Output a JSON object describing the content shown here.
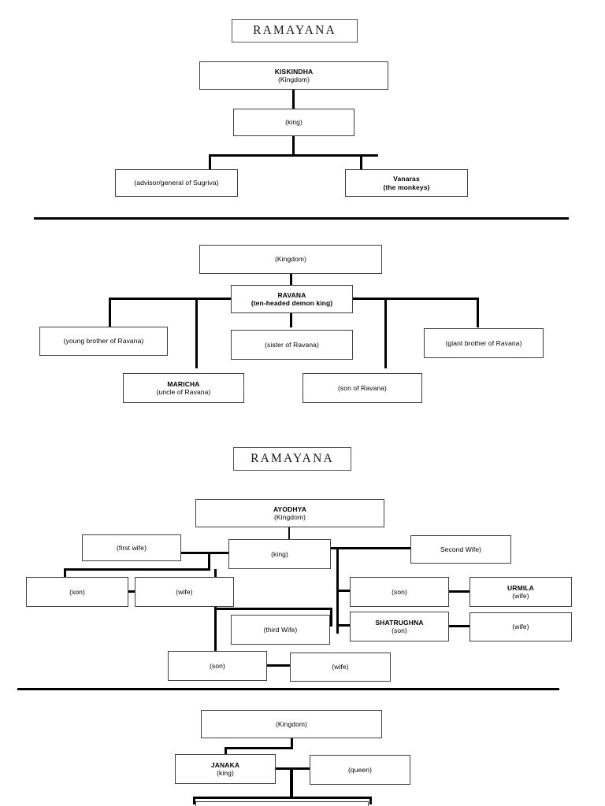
{
  "document": {
    "title": "RAMAYANA",
    "page_background": "#ffffff",
    "line_color": "#000000",
    "box_border_color": "#404040"
  },
  "sections": [
    {
      "id": "kiskindha",
      "title": "RAMAYANA",
      "nodes": {
        "kingdom": {
          "name": "KISKINDHA",
          "role": "(Kingdom)"
        },
        "king": {
          "name": "",
          "role": "(king)"
        },
        "advisor": {
          "name": "",
          "role": "(advisor/general of Sugriva)"
        },
        "vanaras": {
          "name": "Vanaras",
          "role": "(the monkeys)"
        }
      }
    },
    {
      "id": "lanka",
      "nodes": {
        "kingdom": {
          "name": "",
          "role": "(Kingdom)"
        },
        "ravana": {
          "name": "RAVANA",
          "role": "(ten-headed demon king)"
        },
        "young_brother": {
          "name": "",
          "role": "(young brother of Ravana)"
        },
        "maricha": {
          "name": "MARICHA",
          "role": "(uncle of Ravana)"
        },
        "sister": {
          "name": "",
          "role": "(sister of Ravana)"
        },
        "son": {
          "name": "",
          "role": "(son of Ravana)"
        },
        "giant_brother": {
          "name": "",
          "role": "(giant brother of Ravana)"
        }
      }
    },
    {
      "id": "ayodhya",
      "title": "RAMAYANA",
      "nodes": {
        "kingdom": {
          "name": "AYODHYA",
          "role": "(Kingdom)"
        },
        "king": {
          "name": "",
          "role": "(king)"
        },
        "first_wife": {
          "name": "",
          "role": "(first wife)"
        },
        "second_wife": {
          "name": "",
          "role": "Second Wife)"
        },
        "third_wife": {
          "name": "",
          "role": "(third Wife)"
        },
        "son1": {
          "name": "",
          "role": "(son)"
        },
        "son1_wife": {
          "name": "",
          "role": "(wife)"
        },
        "son2": {
          "name": "",
          "role": "(son)"
        },
        "son2_wife": {
          "name": "URMILA",
          "role": "(wife)"
        },
        "shatrughna": {
          "name": "SHATRUGHNA",
          "role": "(son)"
        },
        "shatrughna_wife": {
          "name": "",
          "role": "(wife)"
        },
        "son4": {
          "name": "",
          "role": "(son)"
        },
        "son4_wife": {
          "name": "",
          "role": "(wife)"
        }
      }
    },
    {
      "id": "mithila",
      "nodes": {
        "kingdom": {
          "name": "",
          "role": "(Kingdom)"
        },
        "janaka": {
          "name": "JANAKA",
          "role": "(king)"
        },
        "queen": {
          "name": "",
          "role": "(queen)"
        }
      }
    }
  ]
}
